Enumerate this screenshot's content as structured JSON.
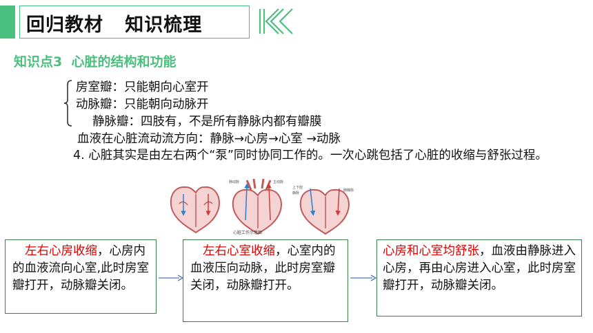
{
  "header": {
    "title": "回归教材   知识梳理"
  },
  "section": {
    "title": "知识点3  心脏的结构和功能"
  },
  "valves": {
    "line1": "房室瓣：只能朝向心室开",
    "line2": "动脉瓣：只能朝向动脉开",
    "line3": "静脉瓣：四肢有，不是所有静脉内都有瓣膜"
  },
  "flow": {
    "text": "血液在心脏流动流方向：静脉→心房→心室 →动脉"
  },
  "paragraph": {
    "text": "4. 心脏其实是由左右两个“泵”同时协同工作的。一次心跳包括了心脏的收缩与舒张过程。"
  },
  "figure": {
    "caption": "心脏工作示意图",
    "labels": [
      "肺动脉",
      "主动脉",
      "上下腔",
      "静脉",
      "肺静脉"
    ]
  },
  "steps": [
    {
      "highlight": "左右心房收缩",
      "rest": "，心房内的血液流向心室,此时房室瓣打开，动脉瓣关闭。"
    },
    {
      "highlight": "左右心室收缩",
      "rest": "，心室内的血液压向动脉，此时房室瓣关闭，动脉瓣打开。"
    },
    {
      "highlight": "心房和心室均舒张",
      "rest": "，血液由静脉进入心房，再由心房进入心室，此时房室瓣打开，动脉瓣关闭。"
    }
  ],
  "colors": {
    "accent": "#4bbf7d",
    "highlight": "#e00000",
    "box_border": "#3a7f4a",
    "arrow": "#4a74c9"
  }
}
